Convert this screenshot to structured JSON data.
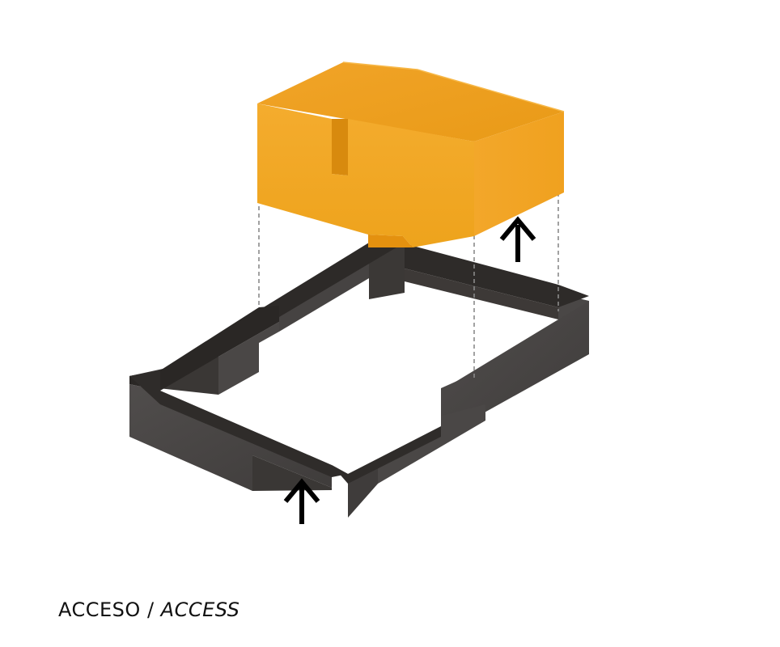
{
  "caption": {
    "primary": "ACCESO",
    "separator": " / ",
    "secondary": "ACCESS"
  },
  "colors": {
    "volume_top": "#f2a623",
    "volume_front": "#f0a11a",
    "volume_side": "#e88f10",
    "wall_top": "#2f2c2a",
    "wall_face": "#4b4847",
    "wall_shadow": "#3a3533",
    "guide_line": "#8a8a8a",
    "arrow": "#000000"
  },
  "arrows": [
    {
      "name": "access-arrow-ground",
      "direction": "up"
    },
    {
      "name": "access-arrow-upper",
      "direction": "up"
    }
  ]
}
